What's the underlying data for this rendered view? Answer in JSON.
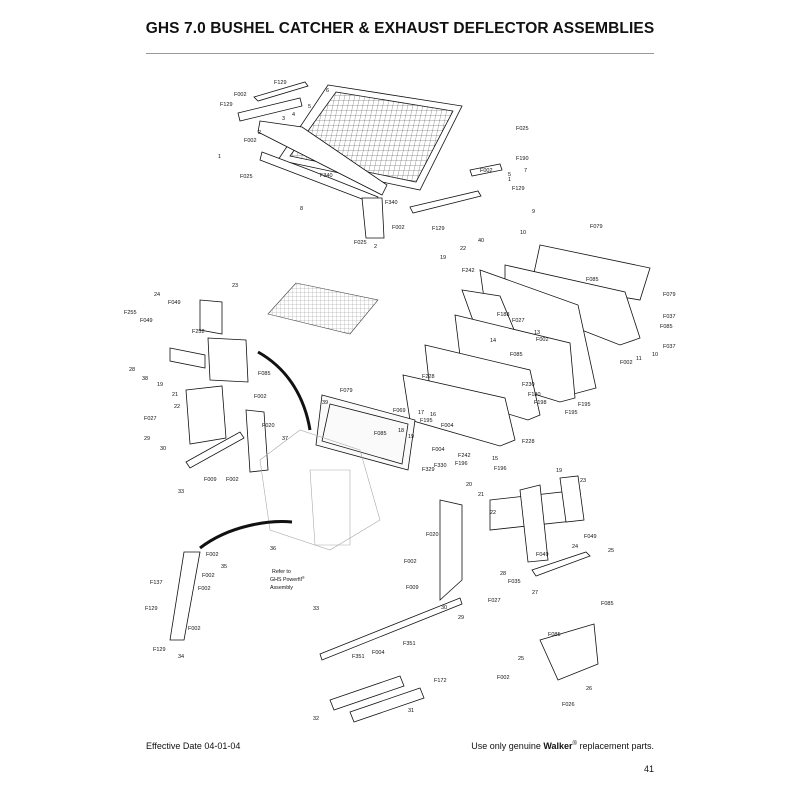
{
  "header": {
    "title": "GHS 7.0 BUSHEL CATCHER & EXHAUST DEFLECTOR ASSEMBLIES"
  },
  "footer": {
    "effective_date": "Effective Date 04-01-04",
    "replacement_prefix": "Use only genuine ",
    "brand": "Walker",
    "registered": "®",
    "replacement_suffix": " replacement parts.",
    "page_number": "41"
  },
  "note": {
    "line1": "Refer to",
    "line2": "GHS Powerfil",
    "line2_mark": "®",
    "line3": "Assembly"
  },
  "callouts": [
    "F129",
    "F002",
    "F129",
    "5",
    "6",
    "4",
    "3",
    "2",
    "F002",
    "1",
    "F025",
    "F340",
    "8",
    "F340",
    "F025",
    "F002",
    "F129",
    "2",
    "F025",
    "F190",
    "F002",
    "7",
    "5",
    "1",
    "F129",
    "9",
    "F079",
    "10",
    "40",
    "22",
    "19",
    "F242",
    "F085",
    "F079",
    "F188",
    "F027",
    "13",
    "F037",
    "F085",
    "F037",
    "14",
    "F002",
    "11",
    "10",
    "F002",
    "F085",
    "F228",
    "F230",
    "F180",
    "F198",
    "F195",
    "F195",
    "F228",
    "F242",
    "15",
    "F196",
    "F196",
    "F330",
    "F329",
    "F004",
    "F195",
    "17",
    "F069",
    "18",
    "16",
    "F085",
    "F079",
    "39",
    "19",
    "F004",
    "24",
    "F049",
    "F255",
    "F049",
    "23",
    "F252",
    "28",
    "38",
    "19",
    "21",
    "F085",
    "22",
    "F027",
    "F002",
    "29",
    "30",
    "F020",
    "37",
    "33",
    "F009",
    "F002",
    "36",
    "35",
    "F002",
    "F137",
    "F002",
    "F002",
    "F129",
    "F002",
    "F129",
    "34",
    "20",
    "21",
    "22",
    "19",
    "23",
    "F020",
    "F049",
    "F049",
    "24",
    "25",
    "F002",
    "28",
    "F035",
    "F009",
    "F027",
    "30",
    "29",
    "27",
    "F085",
    "F085",
    "F351",
    "F351",
    "F004",
    "25",
    "26",
    "F002",
    "F026",
    "F172",
    "32",
    "31",
    "33"
  ]
}
